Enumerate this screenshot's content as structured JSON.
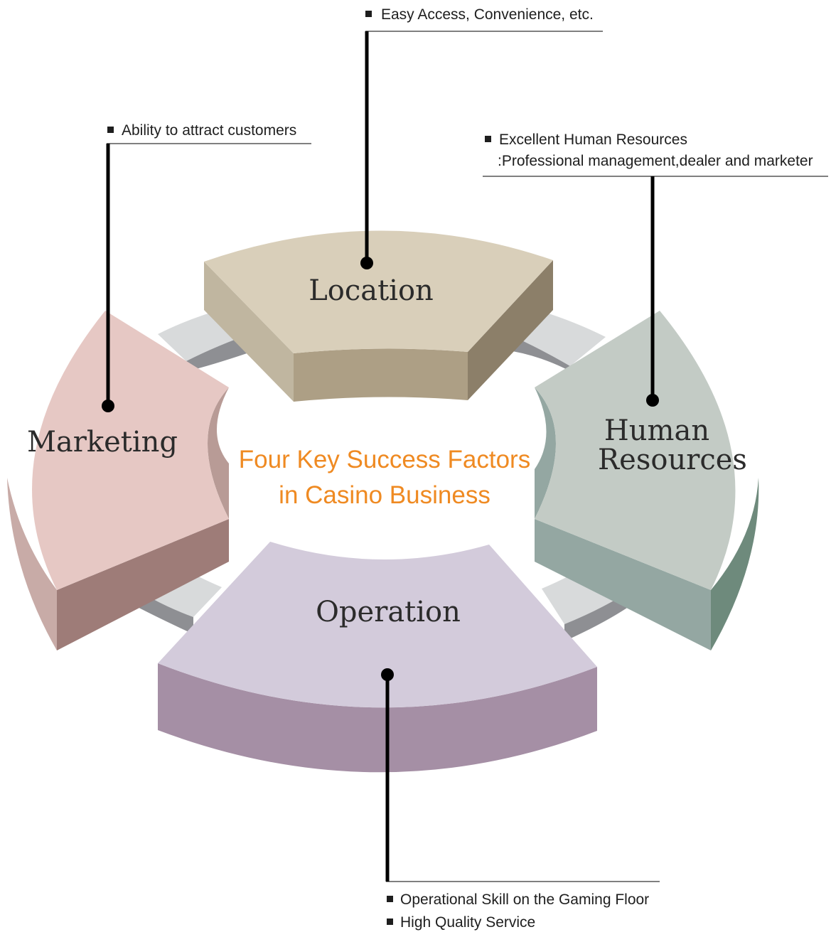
{
  "center": {
    "line1": "Four Key Success Factors",
    "line2": "in Casino Business"
  },
  "segments": {
    "location": {
      "label": "Location"
    },
    "marketing": {
      "label": "Marketing"
    },
    "human_resources": {
      "label_line1": "Human",
      "label_line2": "Resources"
    },
    "operation": {
      "label": "Operation"
    }
  },
  "notes": {
    "location": [
      "Easy Access, Convenience, etc."
    ],
    "marketing": [
      "Ability to attract customers"
    ],
    "human_resources": {
      "line1": "Excellent Human Resources",
      "line2": ":Professional management,dealer and marketer"
    },
    "operation": [
      "Operational Skill on the Gaming Floor",
      "High Quality Service"
    ]
  },
  "colors": {
    "center_title": "#ef8a22",
    "location_top": "#d9cfba",
    "marketing_top": "#e6c8c4",
    "human_resources_top": "#c3cbc5",
    "operation_top": "#d3cbdb",
    "connector": "#d8dadb"
  }
}
